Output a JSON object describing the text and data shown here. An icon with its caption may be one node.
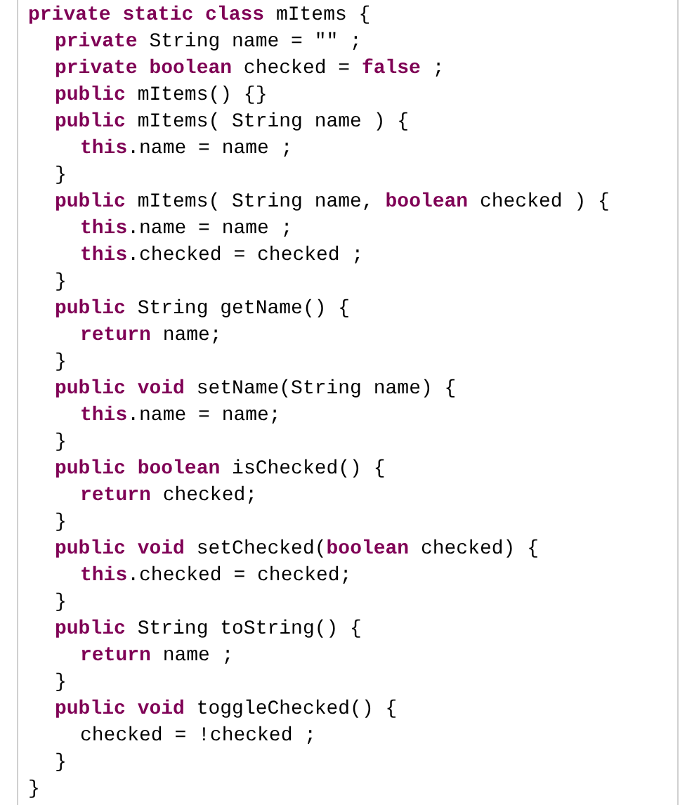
{
  "diagram": {
    "labels": [
      "**private** **static** **class** mItems {",
      "**private** String name = \"\" ;",
      "**private** **boolean** checked = **false** ;",
      "**public** mItems() {}",
      "**public** mItems( String name ) {",
      "**this**.name = name ;",
      "}",
      "**public** mItems( String name, **boolean** checked ) {",
      "**this**.name = name ;",
      "**this**.checked = checked ;",
      "}",
      "**public** String getName() {",
      "**return** name;",
      "}",
      "**public** **void** setName(String name) {",
      "**this**.name = name;",
      "}",
      "**public** **boolean** isChecked() {",
      "**return** checked;",
      "}",
      "**public** **void** setChecked(**boolean** checked) {",
      "**this**.checked = checked;",
      "}",
      "**public** String toString() {",
      "**return** name ;",
      "}",
      "**public** **void** toggleChecked() {",
      "checked = !checked ;",
      "}",
      "}"
    ]
  }
}
